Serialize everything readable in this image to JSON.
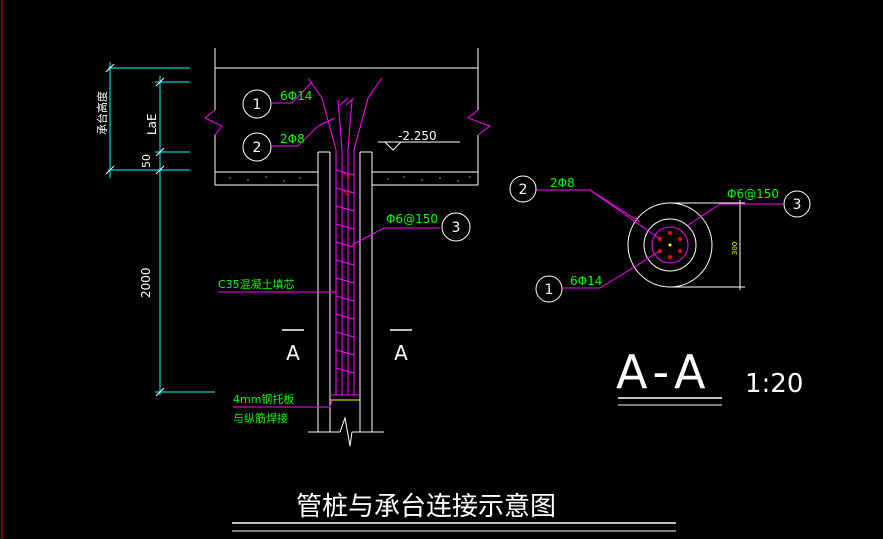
{
  "colors": {
    "background": "#000000",
    "white": "#ffffff",
    "magenta": "#ff00ff",
    "green": "#00ff00",
    "cyan": "#00ffff",
    "red": "#ff0000",
    "yellow": "#ffff00",
    "grey": "#9a9a9a"
  },
  "dimensions": {
    "cap_height": "承台高度",
    "anchorage": "LaE",
    "fifty": "50",
    "pile_length": "2000"
  },
  "elevation": "-2.250",
  "labels": {
    "rebar1": "6Φ14",
    "rebar2": "2Φ8",
    "stirrup": "Φ6@150",
    "concrete_fill": "C35混凝土填芯",
    "plate_line1": "4mm钢托板",
    "plate_line2": "与纵筋焊接"
  },
  "markers": {
    "m1": "1",
    "m2": "2",
    "m3": "3"
  },
  "section": {
    "symbol": "A",
    "title": "A-A",
    "scale": "1:20"
  },
  "section_labels": {
    "rebar2": "2Φ8",
    "stirrup": "Φ6@150",
    "rebar1": "6Φ14",
    "diameter": "300"
  },
  "drawing_title": "管桩与承台连接示意图"
}
